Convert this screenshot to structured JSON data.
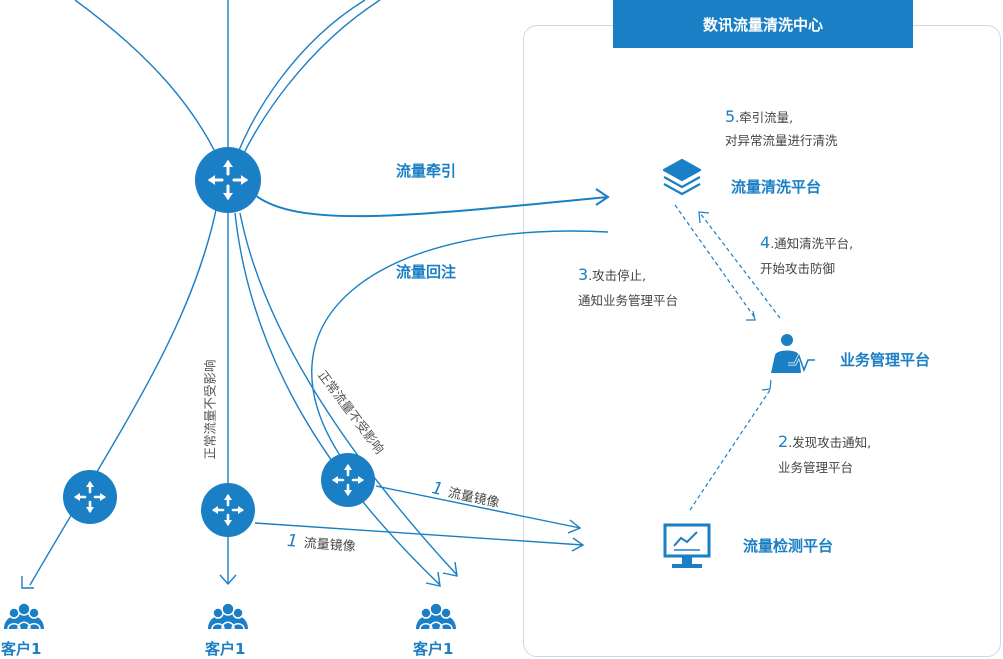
{
  "center": {
    "title": "数讯流量清洗中心",
    "cleaning_platform": "流量清洗平台",
    "business_platform": "业务管理平台",
    "detection_platform": "流量检测平台"
  },
  "flows": {
    "traction": "流量牵引",
    "reinjection": "流量回注",
    "mirror_label": "流量镜像",
    "mirror_num": "1",
    "normal_traffic": "正常流量不受影响",
    "normal_traffic_2": "正常流量不受影响"
  },
  "steps": {
    "step2": {
      "num": "2",
      "line1": ".发现攻击通知,",
      "line2": "业务管理平台"
    },
    "step3": {
      "num": "3",
      "line1": ".攻击停止,",
      "line2": "通知业务管理平台"
    },
    "step4": {
      "num": "4",
      "line1": ".通知清洗平台,",
      "line2": "开始攻击防御"
    },
    "step5": {
      "num": "5",
      "line1": ".牵引流量,",
      "line2": "对异常流量进行清洗"
    }
  },
  "customers": [
    "客户1",
    "客户1",
    "客户1"
  ],
  "colors": {
    "accent": "#1a7fc4",
    "frame": "#c9dbe8",
    "text": "#444444"
  },
  "icons": [
    "router-icon",
    "stack-layers-icon",
    "user-monitor-icon",
    "monitor-chart-icon",
    "customer-group-icon"
  ]
}
